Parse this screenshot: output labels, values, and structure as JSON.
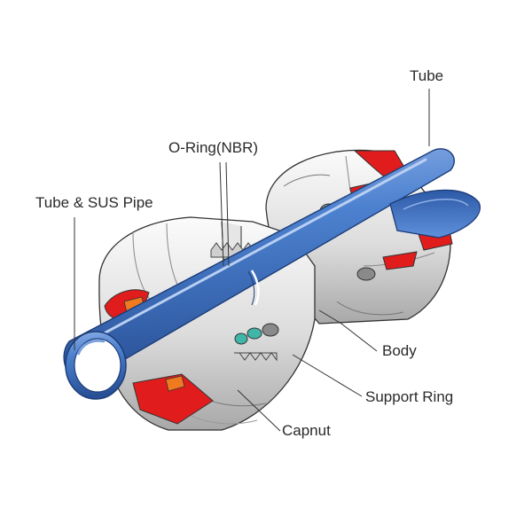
{
  "labels": {
    "tube": "Tube",
    "oring": "O-Ring(NBR)",
    "tube_sus": "Tube & SUS Pipe",
    "body": "Body",
    "support_ring": "Support Ring",
    "capnut": "Capnut"
  },
  "colors": {
    "tube_blue": "#3f74c4",
    "tube_dark": "#274f95",
    "tube_light": "#8fb0e6",
    "metal_light": "#f1f1f1",
    "metal_mid": "#cfcfcf",
    "metal_dark": "#9a9a9a",
    "red_section": "#e11c1c",
    "oring_green": "#3fb6a8",
    "oring_gray": "#8a8a8a",
    "line": "#333333"
  }
}
